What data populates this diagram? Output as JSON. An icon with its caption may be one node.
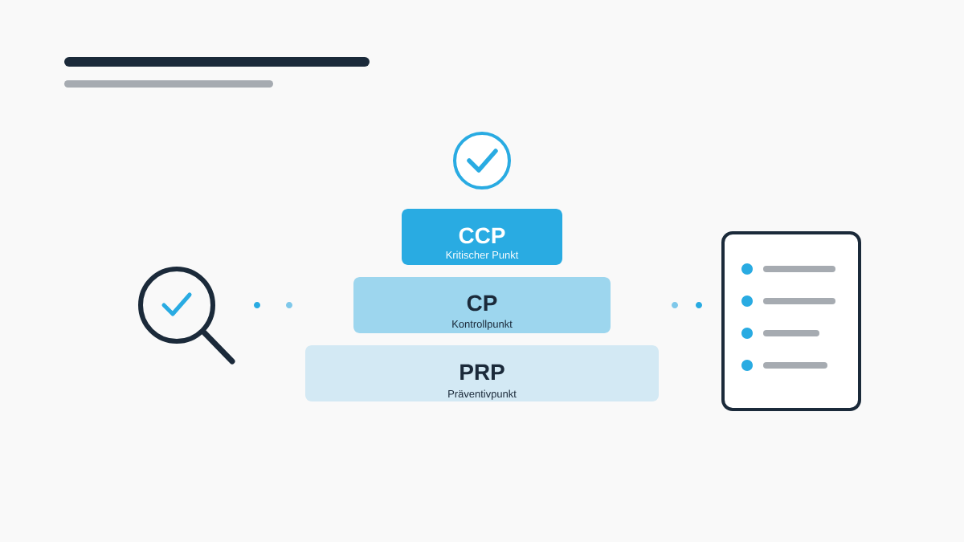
{
  "diagram": {
    "nodes": [
      {
        "text": [
          "CCP",
          "Kritischer Punkt"
        ]
      },
      {
        "text": [
          "CP",
          "Kontrollpunkt"
        ]
      },
      {
        "text": [
          "PRP",
          "Präventivpunkt"
        ]
      }
    ]
  }
}
